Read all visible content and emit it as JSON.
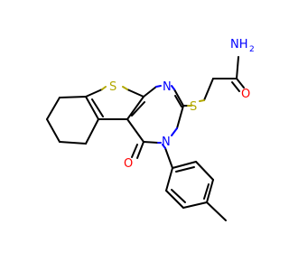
{
  "atoms": {
    "thiophene_s": {
      "symbol": "S",
      "color": "#b2a800"
    },
    "thioether_s": {
      "symbol": "S",
      "color": "#b2a800"
    },
    "ring_n_upper": {
      "symbol": "N",
      "color": "#0000ff"
    },
    "ring_n_lower": {
      "symbol": "N",
      "color": "#0000ff"
    },
    "amide_nh2": {
      "symbol": "NH",
      "subscript": "2",
      "color": "#0000ff"
    },
    "amide_o": {
      "symbol": "O",
      "color": "#ff0000"
    },
    "ketone_o": {
      "symbol": "O",
      "color": "#ff0000"
    }
  }
}
